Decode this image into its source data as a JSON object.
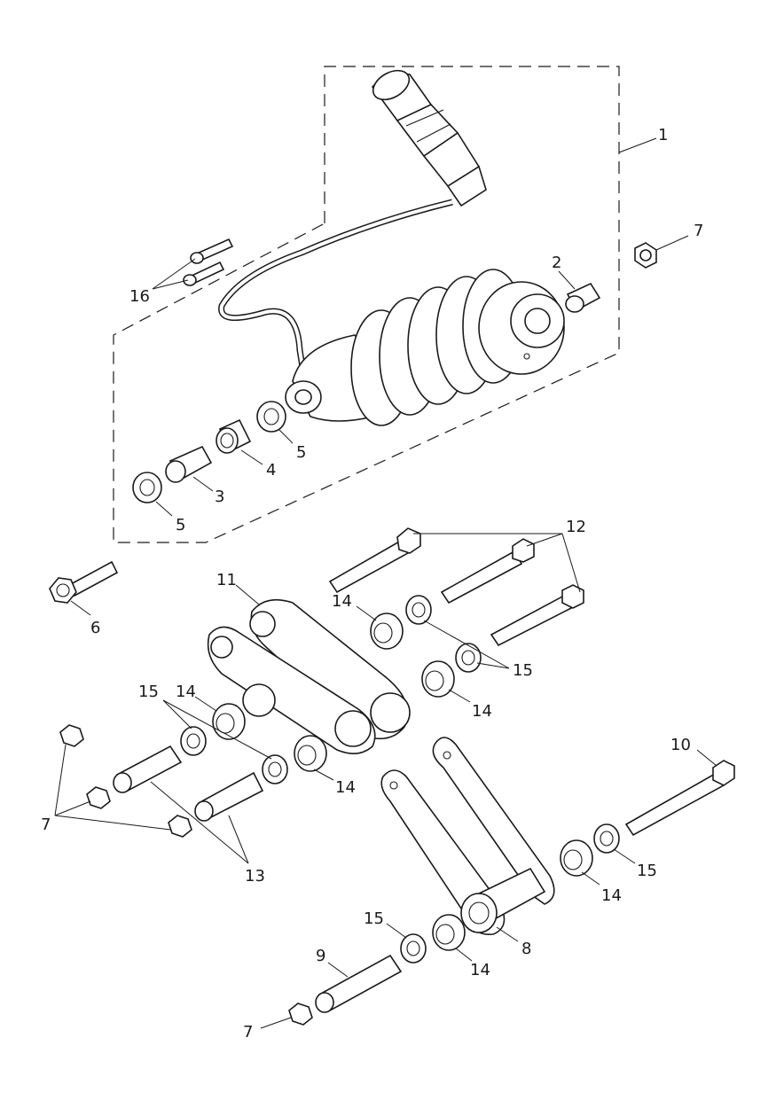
{
  "labels": {
    "l1": "1",
    "l2": "2",
    "l3": "3",
    "l4": "4",
    "l5a": "5",
    "l5b": "5",
    "l6": "6",
    "l7a": "7",
    "l7b": "7",
    "l7c": "7",
    "l8": "8",
    "l9": "9",
    "l10": "10",
    "l11": "11",
    "l12": "12",
    "l13": "13",
    "l14a": "14",
    "l14b": "14",
    "l14c": "14",
    "l14d": "14",
    "l14e": "14",
    "l14f": "14",
    "l15a": "15",
    "l15b": "15",
    "l15c": "15",
    "l15d": "15",
    "l16": "16"
  }
}
